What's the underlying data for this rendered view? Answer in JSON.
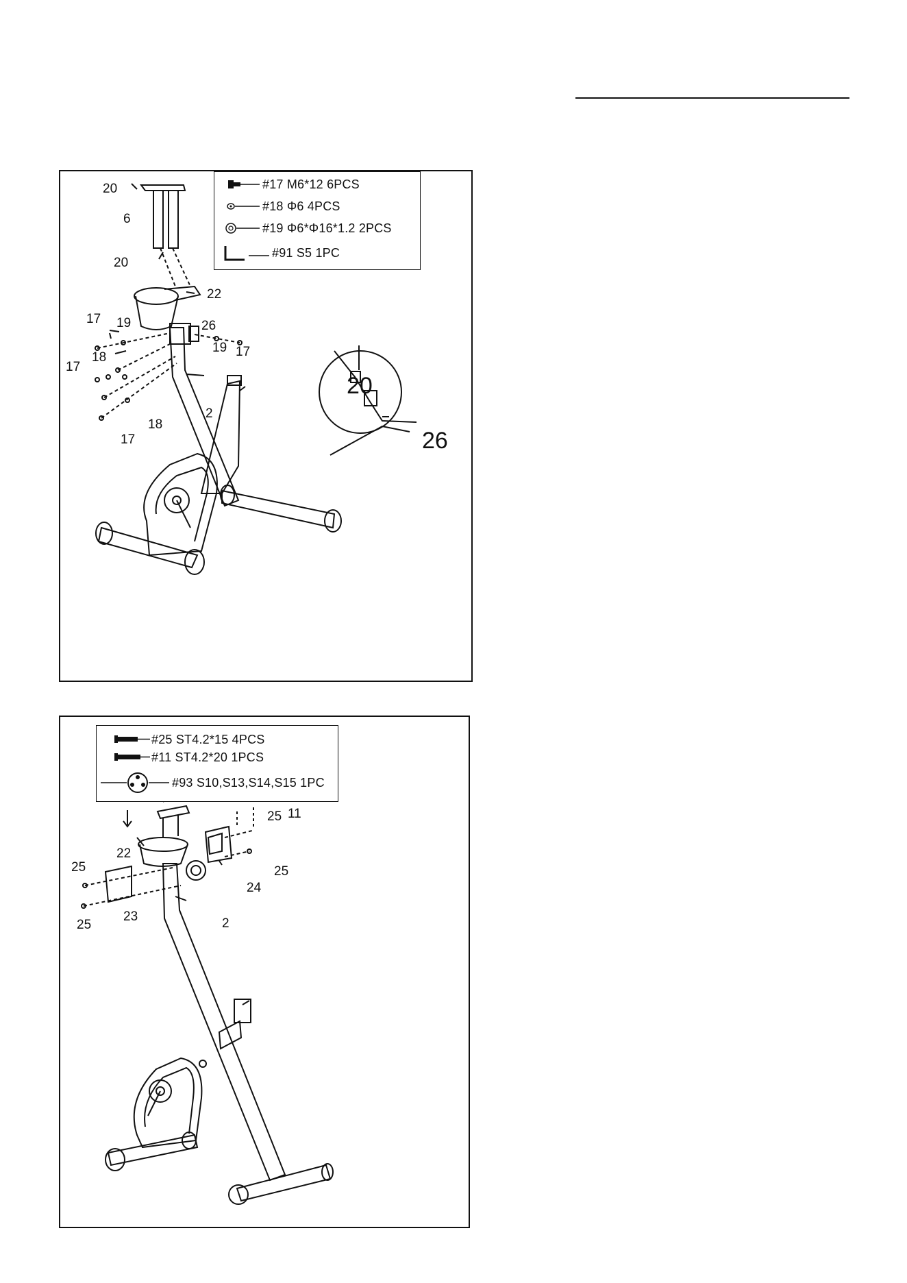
{
  "step1": {
    "parts": [
      {
        "icon": "bolt-icon",
        "text": "#17  M6*12  6PCS"
      },
      {
        "icon": "washer-small-icon",
        "text": "#18  Φ6  4PCS"
      },
      {
        "icon": "washer-large-icon",
        "text": "#19  Φ6*Φ16*1.2  2PCS"
      },
      {
        "icon": "allen-key-icon",
        "text": "#91  S5  1PC"
      }
    ],
    "callouts": {
      "c20a": "20",
      "c6": "6",
      "c20b": "20",
      "c22": "22",
      "c17a": "17",
      "c19a": "19",
      "c26": "26",
      "c19b": "19",
      "c17b": "17",
      "c18a": "18",
      "c17c": "17",
      "c2": "2",
      "c18b": "18",
      "c17d": "17",
      "detail20": "20",
      "detail26": "26"
    }
  },
  "step2": {
    "parts": [
      {
        "icon": "screw-icon",
        "text": "#25 ST4.2*15  4PCS"
      },
      {
        "icon": "screw-icon",
        "text": "#11  ST4.2*20  1PCS"
      },
      {
        "icon": "multi-wrench-icon",
        "text": "#93 S10,S13,S14,S15  1PC"
      }
    ],
    "callouts": {
      "c25a": "25",
      "c11": "11",
      "c22": "22",
      "c25b": "25",
      "c25c": "25",
      "c24": "24",
      "c23": "23",
      "c25d": "25",
      "c2": "2"
    }
  }
}
